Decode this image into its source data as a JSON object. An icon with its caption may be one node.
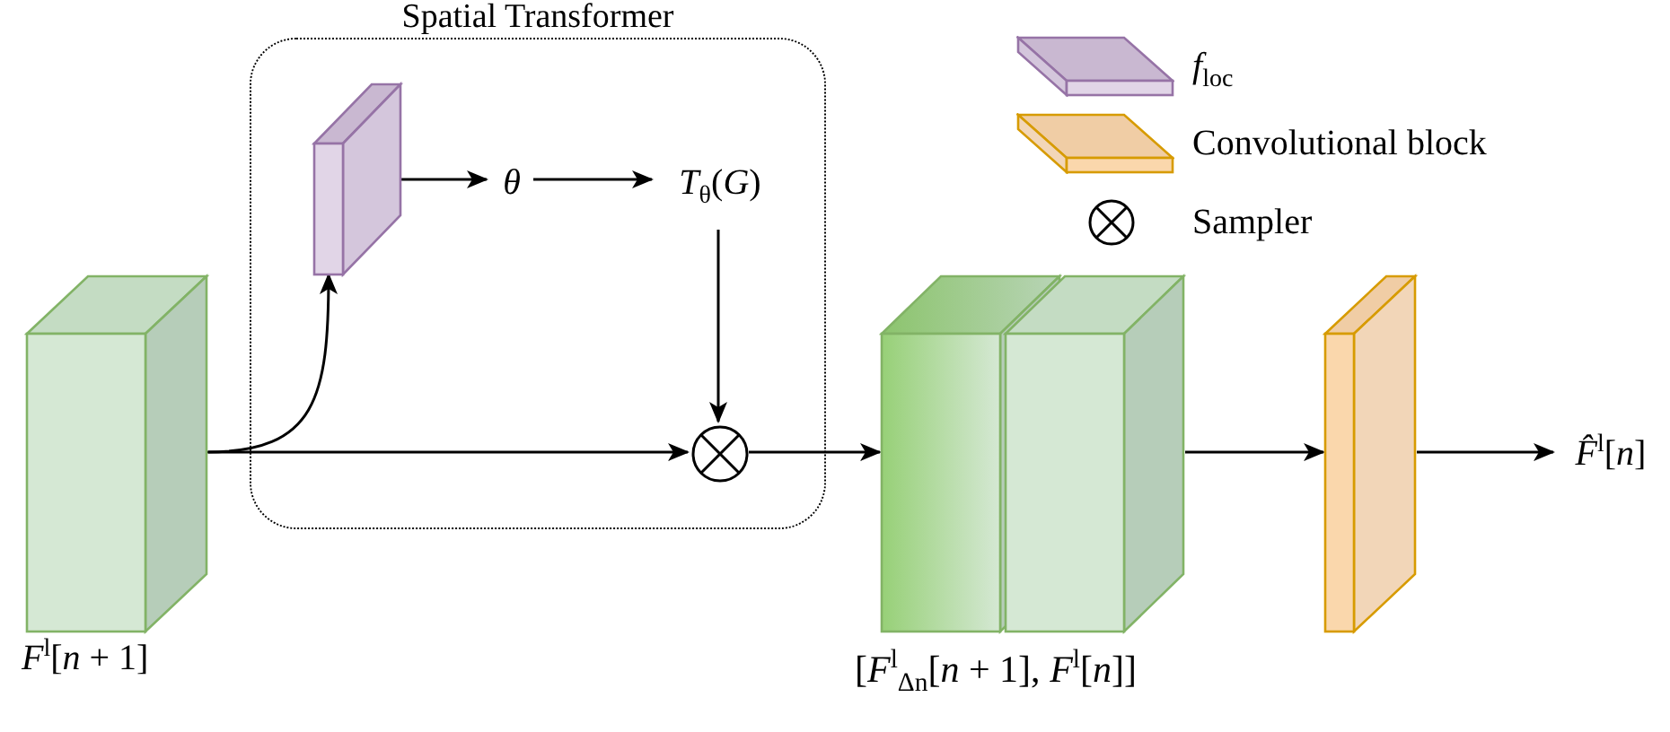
{
  "diagram": {
    "nodes": [
      {
        "text": [
          "Spatial Transformer"
        ]
      },
      {
        "text": [],
        "shape": "box",
        "beside": [
          "*F*$^{l}$[*n* + 1]"
        ]
      },
      {
        "text": [],
        "shape": "box",
        "in": 0
      },
      {
        "text": [
          "*θ*"
        ],
        "in": 0
      },
      {
        "text": [
          "*T*$_{θ}$(*G*)"
        ],
        "in": 0
      },
      {
        "text": [],
        "shape": "circle",
        "in": 0
      },
      {
        "text": [],
        "shape": "box"
      },
      {
        "text": [],
        "shape": "box"
      },
      {
        "text": [],
        "shape": "box"
      },
      {
        "text": [
          "*F̂*$^{l}$[*n*]"
        ]
      }
    ],
    "edges": [
      {
        "from": 1,
        "to": 2,
        "arrow": "to"
      },
      {
        "from": 2,
        "to": 3,
        "arrow": "to"
      },
      {
        "from": 3,
        "to": 4,
        "arrow": "to"
      },
      {
        "from": 4,
        "to": 5,
        "arrow": "to"
      },
      {
        "from": 1,
        "to": 5,
        "arrow": "to"
      },
      {
        "from": 5,
        "to": 6,
        "arrow": "to"
      },
      {
        "from": 7,
        "to": 8,
        "arrow": "to"
      },
      {
        "from": 8,
        "to": 9,
        "arrow": "to"
      }
    ],
    "labels": [
      "[*F*$^{l}$$_{Δn}$[*n* + 1], *F*$^{l}$[*n*]]"
    ],
    "legend": [
      {
        "text": "*f*$_{loc}$"
      },
      {
        "text": "Convolutional block"
      },
      {
        "text": "Sampler"
      }
    ]
  }
}
